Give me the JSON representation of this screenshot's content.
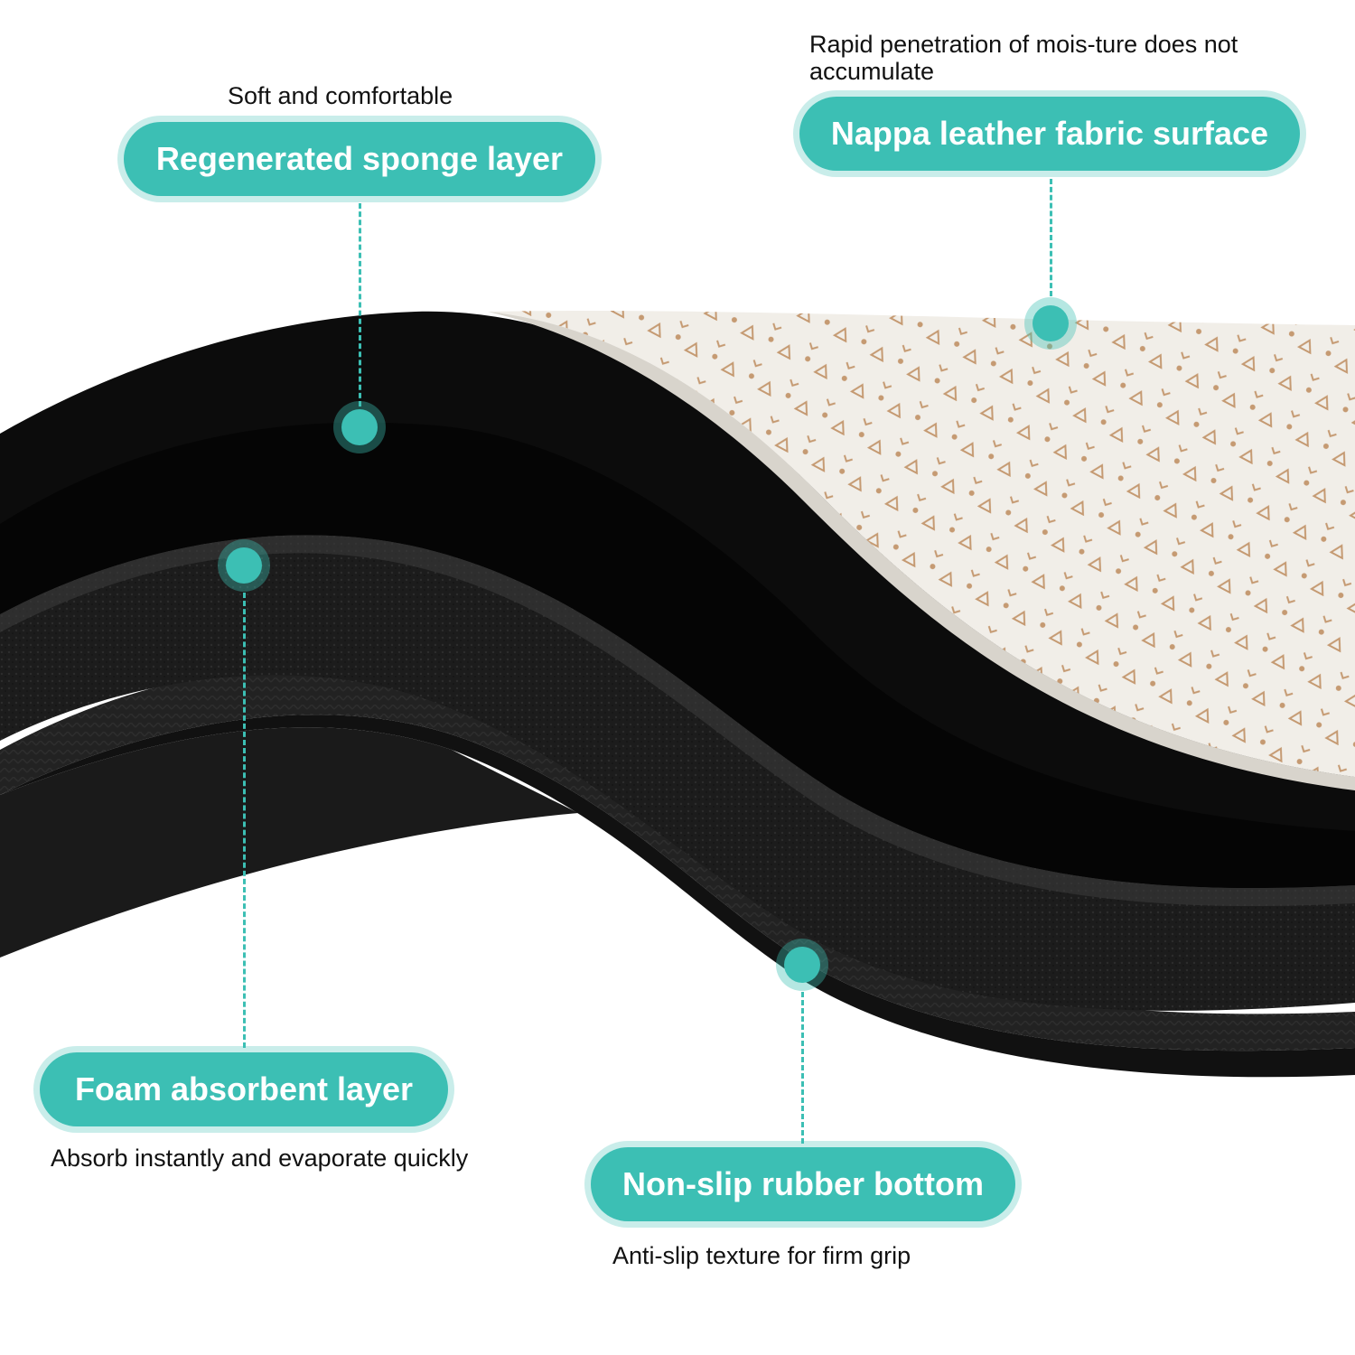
{
  "accent_color": "#3cbfb4",
  "product": "Layered mat cross-section",
  "callouts": {
    "sponge": {
      "label": "Regenerated sponge layer",
      "caption": "Soft and comfortable"
    },
    "nappa": {
      "label": "Nappa leather fabric surface",
      "caption": "Rapid penetration of mois-ture does not accumulate"
    },
    "foam": {
      "label": "Foam absorbent layer",
      "caption": "Absorb instantly and evaporate quickly"
    },
    "rubber": {
      "label": "Non-slip rubber bottom",
      "caption": "Anti-slip texture for firm grip"
    }
  }
}
